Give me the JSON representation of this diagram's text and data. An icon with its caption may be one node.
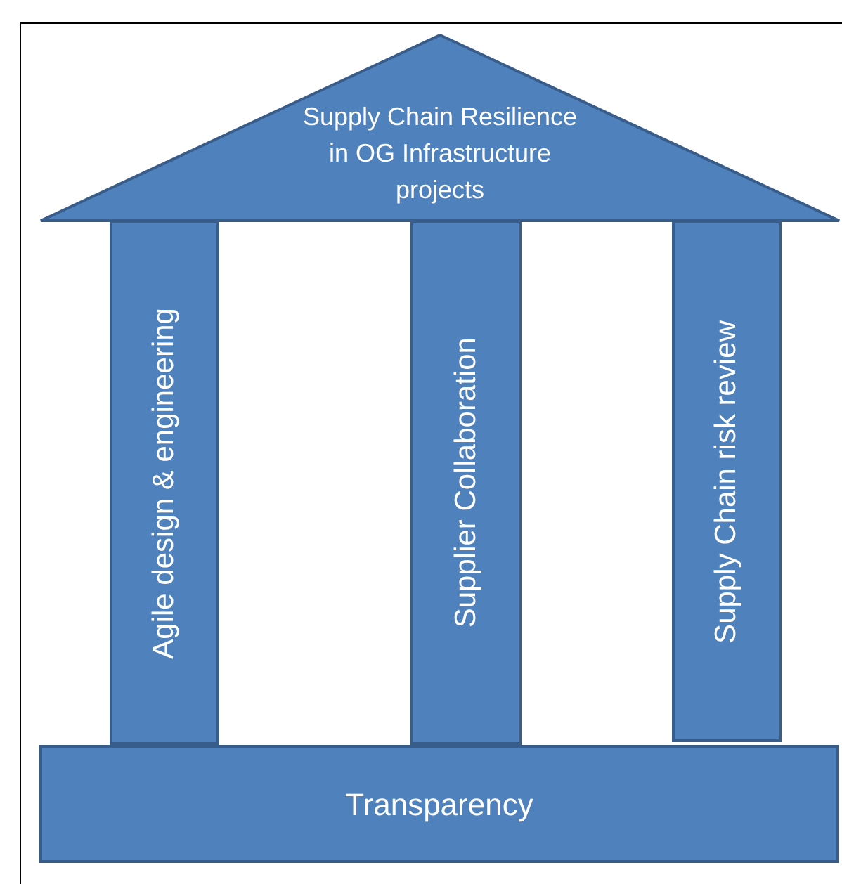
{
  "diagram": {
    "nodes": [
      {
        "text": [
          "Supply Chain Resilience in OG Infrastructure projects"
        ]
      },
      {
        "text": [
          "Agile design & engineering"
        ]
      },
      {
        "text": [
          "Supplier Collaboration"
        ]
      },
      {
        "text": [
          "Supply Chain risk review"
        ]
      },
      {
        "text": [
          "Transparency"
        ]
      }
    ]
  }
}
